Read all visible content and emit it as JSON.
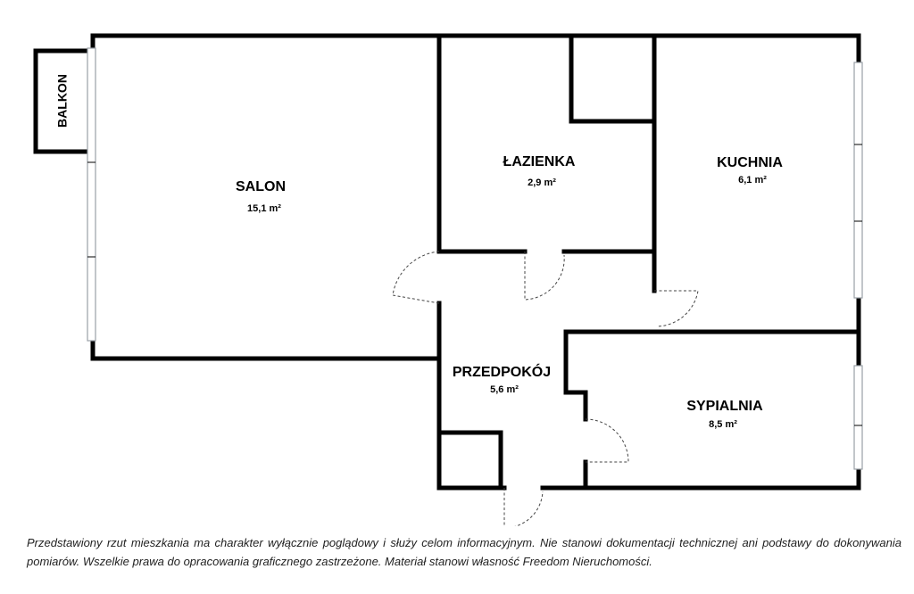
{
  "rooms": {
    "balkon": {
      "name": "BALKON"
    },
    "salon": {
      "name": "SALON",
      "area": "15,1 m²"
    },
    "lazienka": {
      "name": "ŁAZIENKA",
      "area": "2,9 m²"
    },
    "kuchnia": {
      "name": "KUCHNIA",
      "area": "6,1 m²"
    },
    "przedpokoj": {
      "name": "PRZEDPOKÓJ",
      "area": "5,6 m²"
    },
    "sypialnia": {
      "name": "SYPIALNIA",
      "area": "8,5 m²"
    }
  },
  "disclaimer": "Przedstawiony rzut mieszkania ma charakter wyłącznie poglądowy i służy celom informacyjnym. Nie stanowi dokumentacji technicznej ani podstawy do dokonywania pomiarów. Wszelkie prawa do opracowania graficznego zastrzeżone. Materiał stanowi własność Freedom Nieruchomości."
}
